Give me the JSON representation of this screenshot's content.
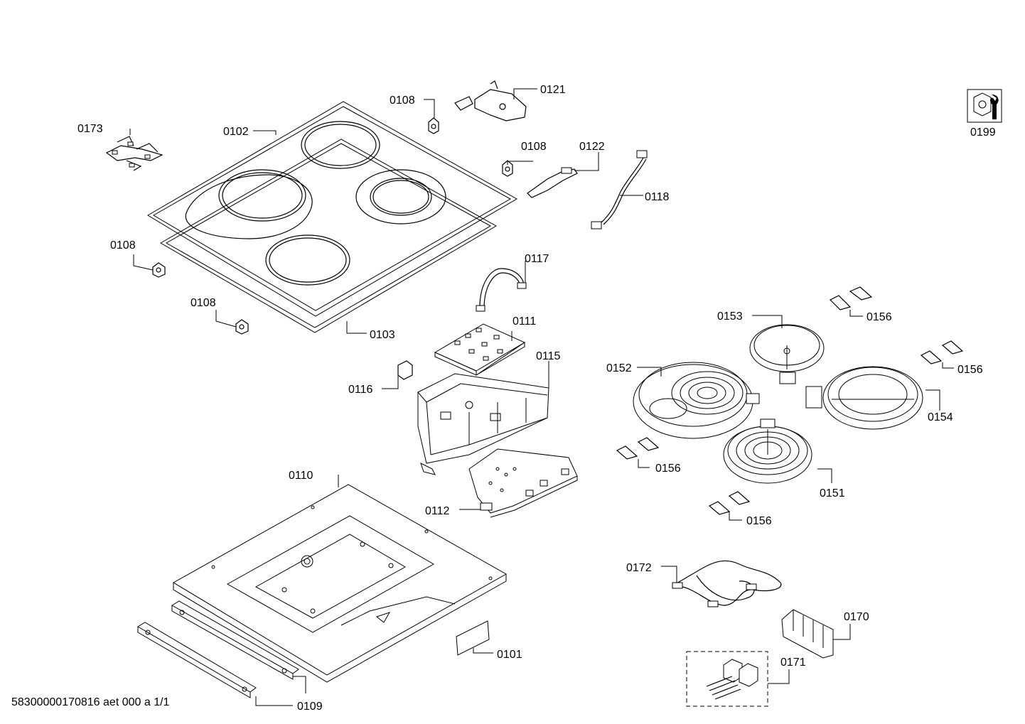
{
  "document_id": "58300000170816 aet 000 a 1/1",
  "tool_icon_name": "wrench-icon",
  "labels": {
    "p0101": "0101",
    "p0102": "0102",
    "p0103": "0103",
    "p0108a": "0108",
    "p0108b": "0108",
    "p0108c": "0108",
    "p0108d": "0108",
    "p0109": "0109",
    "p0110": "0110",
    "p0111": "0111",
    "p0112": "0112",
    "p0115": "0115",
    "p0116": "0116",
    "p0117": "0117",
    "p0118": "0118",
    "p0121": "0121",
    "p0122": "0122",
    "p0151": "0151",
    "p0152": "0152",
    "p0153": "0153",
    "p0154": "0154",
    "p0156a": "0156",
    "p0156b": "0156",
    "p0156c": "0156",
    "p0156d": "0156",
    "p0170": "0170",
    "p0171": "0171",
    "p0172": "0172",
    "p0173": "0173",
    "p0199": "0199"
  }
}
